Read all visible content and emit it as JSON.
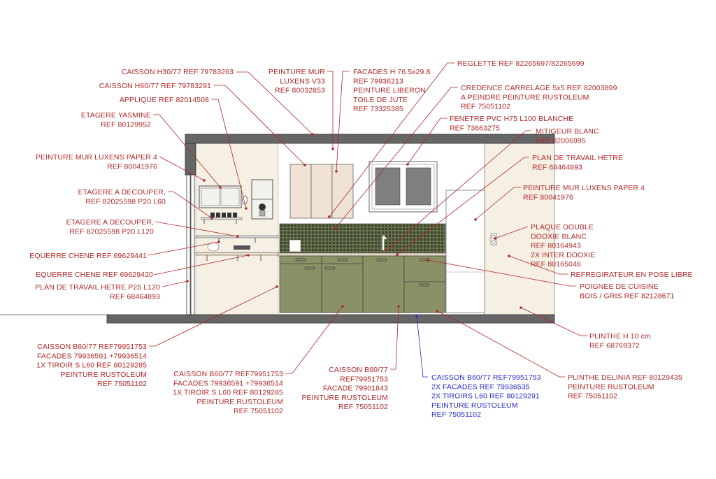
{
  "colors": {
    "annotation": "#b02828",
    "annotation_highlight": "#2a2ad0",
    "structure": "#666666",
    "wall_beige": "#f6efe3",
    "upper_cabinet": "#f1e2d6",
    "lower_cabinet": "#8a9166",
    "backsplash": "#3f4a2e",
    "window_pane": "#7f7f7f"
  },
  "labels": [
    {
      "id": "caisson-h30",
      "lines": [
        "CAISSON H30/77 REF 79783263"
      ]
    },
    {
      "id": "caisson-h60",
      "lines": [
        "CAISSON H60/77 REF  79783291"
      ]
    },
    {
      "id": "applique",
      "lines": [
        "APPLIQUE REF 82014508"
      ]
    },
    {
      "id": "etagere-yasmine",
      "lines": [
        "ETAGERE YASMINE",
        "REF 80129952"
      ]
    },
    {
      "id": "peinture-mur-left",
      "lines": [
        "PEINTURE MUR LUXENS PAPER 4",
        "REF 80041976"
      ]
    },
    {
      "id": "etagere-l60",
      "lines": [
        "ETAGERE A DECOUPER,",
        "REF 82025598 P20 L60"
      ]
    },
    {
      "id": "etagere-l120",
      "lines": [
        "ETAGERE A DECOUPER,",
        "REF 82025598 P20 L120"
      ]
    },
    {
      "id": "equerre-1",
      "lines": [
        "EQUERRE CHENE REF 69629441"
      ]
    },
    {
      "id": "equerre-2",
      "lines": [
        "EQUERRE CHENE REF 69629420"
      ]
    },
    {
      "id": "plan-travail-left",
      "lines": [
        "PLAN DE TRAVAIL HETRE P25 L120",
        "REF 68464893"
      ]
    },
    {
      "id": "peinture-mur-v33",
      "lines": [
        "PEINTURE MUR",
        "LUXENS V33",
        "REF 80032853"
      ]
    },
    {
      "id": "facades-h76",
      "lines": [
        "FACADES H 76.5x29.8",
        "REF 79936213",
        "PEINTURE LIBERON",
        "TOILE DE JUTE",
        "REF 73325385"
      ]
    },
    {
      "id": "reglette",
      "lines": [
        "REGLETTE REF 82265697/82265699"
      ]
    },
    {
      "id": "credence",
      "lines": [
        "CREDENCE CARRELAGE 5x5 REF 82003899",
        "A PEINDRE PEINTURE RUSTOLEUM",
        "REF 75051102"
      ]
    },
    {
      "id": "fenetre",
      "lines": [
        "FENETRE PVC H75 L100 BLANCHE",
        "REF 73663275"
      ]
    },
    {
      "id": "mitigeur",
      "lines": [
        "MITIGEUR BLANC",
        "REF 82006995"
      ]
    },
    {
      "id": "plan-travail-right",
      "lines": [
        "PLAN DE TRAVAIL HETRE",
        "REF 68464893"
      ]
    },
    {
      "id": "peinture-mur-right",
      "lines": [
        "PEINTURE MUR LUXENS PAPER 4",
        "REF 80041976"
      ]
    },
    {
      "id": "plaque-dooxie",
      "lines": [
        "PLAQUE DOUBLE",
        "DOOXIE BLANC",
        "REF  80164943",
        "2X INTER DOOXIE",
        "REF  80165046"
      ]
    },
    {
      "id": "refrigerateur",
      "lines": [
        "REFREGIRATEUR EN POSE LIBRE"
      ]
    },
    {
      "id": "poignee",
      "lines": [
        "POIGNEE DE CUISINE",
        "BOIS / GRIS REF 82128671"
      ]
    },
    {
      "id": "caisson-b60-1",
      "lines": [
        "CAISSON B60/77 REF79951753",
        "FACADES 79936591 +79936514",
        "1X TIROIR S L60 REF 80129285",
        "PEINTURE RUSTOLEUM",
        "REF 75051102"
      ]
    },
    {
      "id": "caisson-b60-2",
      "lines": [
        "CAISSON B60/77 REF79951753",
        "FACADES 79936591 +79936514",
        "1X TIROIR S L60 REF 80129285",
        "PEINTURE RUSTOLEUM",
        "REF 75051102"
      ]
    },
    {
      "id": "caisson-b60-3",
      "lines": [
        "CAISSON B60/77",
        "REF79951753",
        "FACADE 79901843",
        "PEINTURE RUSTOLEUM",
        "REF 75051102"
      ]
    },
    {
      "id": "caisson-b60-4",
      "highlight": true,
      "lines": [
        "CAISSON B60/77 REF79951753",
        "2X FACADES REF 79936535",
        "2X TIROIRS L60  REF 80129291",
        "PEINTURE RUSTOLEUM",
        "REF 75051102"
      ]
    },
    {
      "id": "plinthe-delinia",
      "lines": [
        "PLINTHE DELINIA REF 80129435",
        "PEINTURE RUSTOLEUM",
        "REF 75051102"
      ]
    },
    {
      "id": "plinthe-h10",
      "lines": [
        "PLINTHE H 10 cm",
        "REF 68769372"
      ]
    }
  ]
}
